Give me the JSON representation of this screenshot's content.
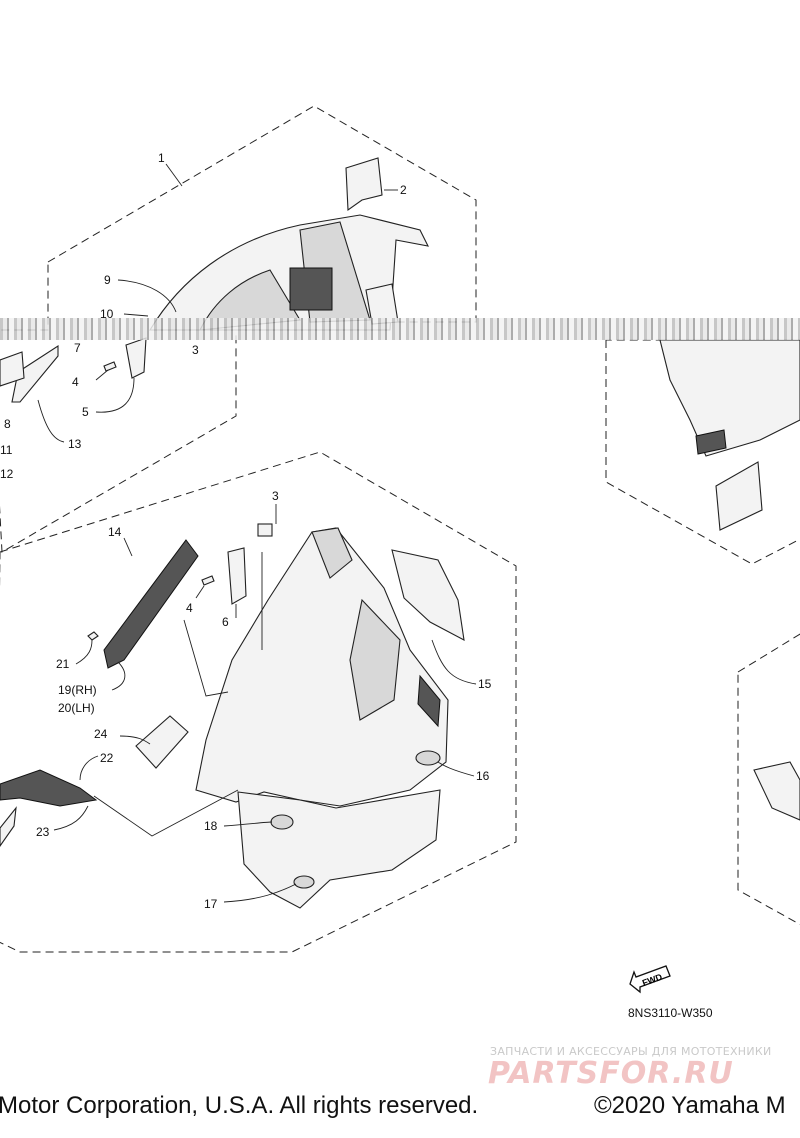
{
  "diagram": {
    "callouts": [
      {
        "id": "c1",
        "text": "1"
      },
      {
        "id": "c2",
        "text": "2"
      },
      {
        "id": "c9",
        "text": "9"
      },
      {
        "id": "c10",
        "text": "10"
      },
      {
        "id": "c7",
        "text": "7"
      },
      {
        "id": "c3a",
        "text": "3"
      },
      {
        "id": "c4a",
        "text": "4"
      },
      {
        "id": "c5",
        "text": "5"
      },
      {
        "id": "c8",
        "text": "8"
      },
      {
        "id": "c13",
        "text": "13"
      },
      {
        "id": "c11",
        "text": "11"
      },
      {
        "id": "c12",
        "text": "12"
      },
      {
        "id": "c14",
        "text": "14"
      },
      {
        "id": "c3b",
        "text": "3"
      },
      {
        "id": "c4b",
        "text": "4"
      },
      {
        "id": "c6",
        "text": "6"
      },
      {
        "id": "c21",
        "text": "21"
      },
      {
        "id": "c19",
        "text": "19(RH)"
      },
      {
        "id": "c20",
        "text": "20(LH)"
      },
      {
        "id": "c15",
        "text": "15"
      },
      {
        "id": "c24",
        "text": "24"
      },
      {
        "id": "c22",
        "text": "22"
      },
      {
        "id": "c16",
        "text": "16"
      },
      {
        "id": "c23",
        "text": "23"
      },
      {
        "id": "c18",
        "text": "18"
      },
      {
        "id": "c17",
        "text": "17"
      }
    ],
    "fwd_label": "FWD",
    "drawing_code": "8NS3110-W350"
  },
  "watermark": {
    "tagline": "ЗАПЧАСТИ И АКСЕССУАРЫ ДЛЯ МОТОТЕХНИКИ",
    "logo": "PARTSFOR.RU"
  },
  "footer": {
    "left": "Motor Corporation, U.S.A. All rights reserved.",
    "right": "©2020 Yamaha M"
  },
  "colors": {
    "ink": "#111111",
    "watermark_logo": "#f2c4c4"
  }
}
